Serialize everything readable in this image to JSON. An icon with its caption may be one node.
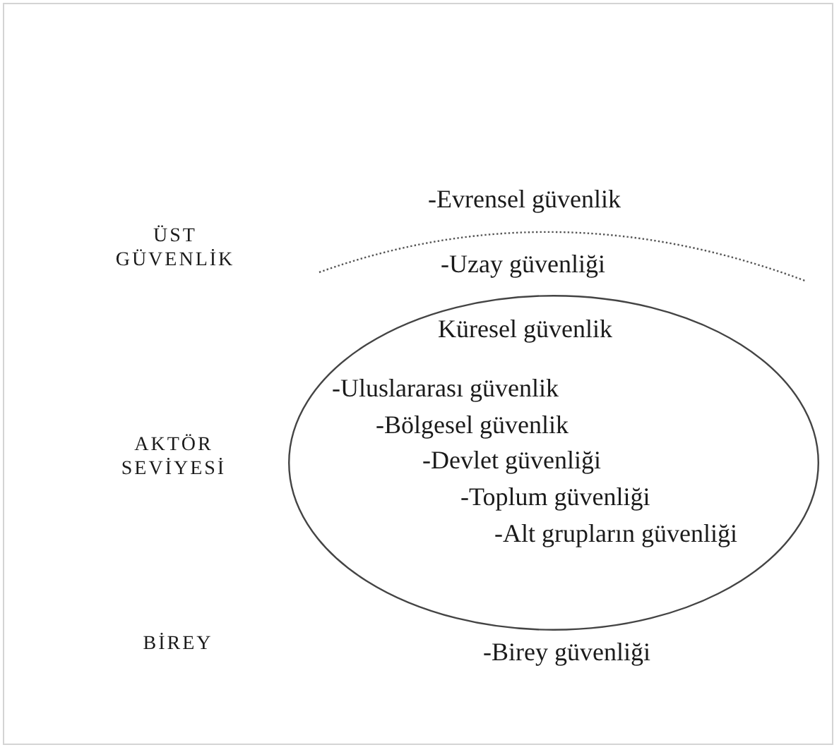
{
  "diagram": {
    "nodes": [
      {
        "text": [
          "Küresel güvenlik",
          "-Uluslararası güvenlik",
          "-Bölgesel güvenlik",
          "-Devlet güvenliği",
          "-Toplum güvenliği",
          "-Alt grupların güvenliği"
        ]
      }
    ],
    "labels": [
      "-Evrensel güvenlik",
      "ÜST GÜVENLİK",
      "-Uzay güvenliği",
      "AKTÖR SEVİYESİ",
      "BİREY",
      "-Birey güvenliği"
    ]
  }
}
